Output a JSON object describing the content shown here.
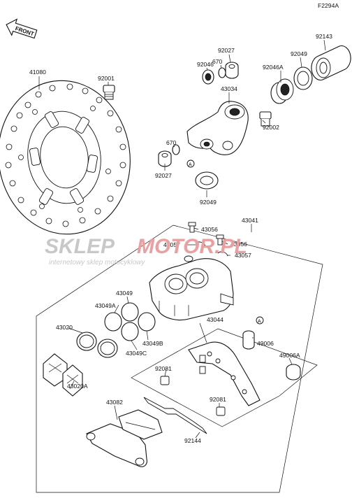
{
  "diagram_code": "F2294A",
  "front_label": "FRONT",
  "watermark": {
    "brand_gray": "SKLEP",
    "brand_red": "MOTOR.PL",
    "tagline": "internetowy sklep motocyklowy"
  },
  "colors": {
    "ink": "#111111",
    "watermark_gray": "#c8c8c8",
    "watermark_red": "#e8a0a0"
  },
  "parts": [
    {
      "id": "p41080",
      "number": "41080"
    },
    {
      "id": "p92001",
      "number": "92001"
    },
    {
      "id": "p92027a",
      "number": "92027"
    },
    {
      "id": "p670a",
      "number": "670"
    },
    {
      "id": "p92046",
      "number": "92046"
    },
    {
      "id": "p43034",
      "number": "43034"
    },
    {
      "id": "p92143",
      "number": "92143"
    },
    {
      "id": "p92049a",
      "number": "92049"
    },
    {
      "id": "p92046A",
      "number": "92046A"
    },
    {
      "id": "p92002",
      "number": "92002"
    },
    {
      "id": "p670b",
      "number": "670"
    },
    {
      "id": "p92027b",
      "number": "92027"
    },
    {
      "id": "p92049b",
      "number": "92049"
    },
    {
      "id": "p43056a",
      "number": "43056"
    },
    {
      "id": "p43041",
      "number": "43041"
    },
    {
      "id": "p43057a",
      "number": "43057"
    },
    {
      "id": "p43056b",
      "number": "43056"
    },
    {
      "id": "p43057b",
      "number": "43057"
    },
    {
      "id": "p43049",
      "number": "43049"
    },
    {
      "id": "p43049A",
      "number": "43049A"
    },
    {
      "id": "p43044",
      "number": "43044"
    },
    {
      "id": "p43020",
      "number": "43020"
    },
    {
      "id": "p43049B",
      "number": "43049B"
    },
    {
      "id": "p49006",
      "number": "49006"
    },
    {
      "id": "p43049C",
      "number": "43049C"
    },
    {
      "id": "p92081a",
      "number": "92081"
    },
    {
      "id": "p49006A",
      "number": "49006A"
    },
    {
      "id": "p43020A",
      "number": "43020A"
    },
    {
      "id": "p92081b",
      "number": "92081"
    },
    {
      "id": "p43082",
      "number": "43082"
    },
    {
      "id": "p92144",
      "number": "92144"
    }
  ],
  "reference_marks": [
    {
      "id": "refA1",
      "letter": "A"
    },
    {
      "id": "refA2",
      "letter": "A"
    }
  ]
}
